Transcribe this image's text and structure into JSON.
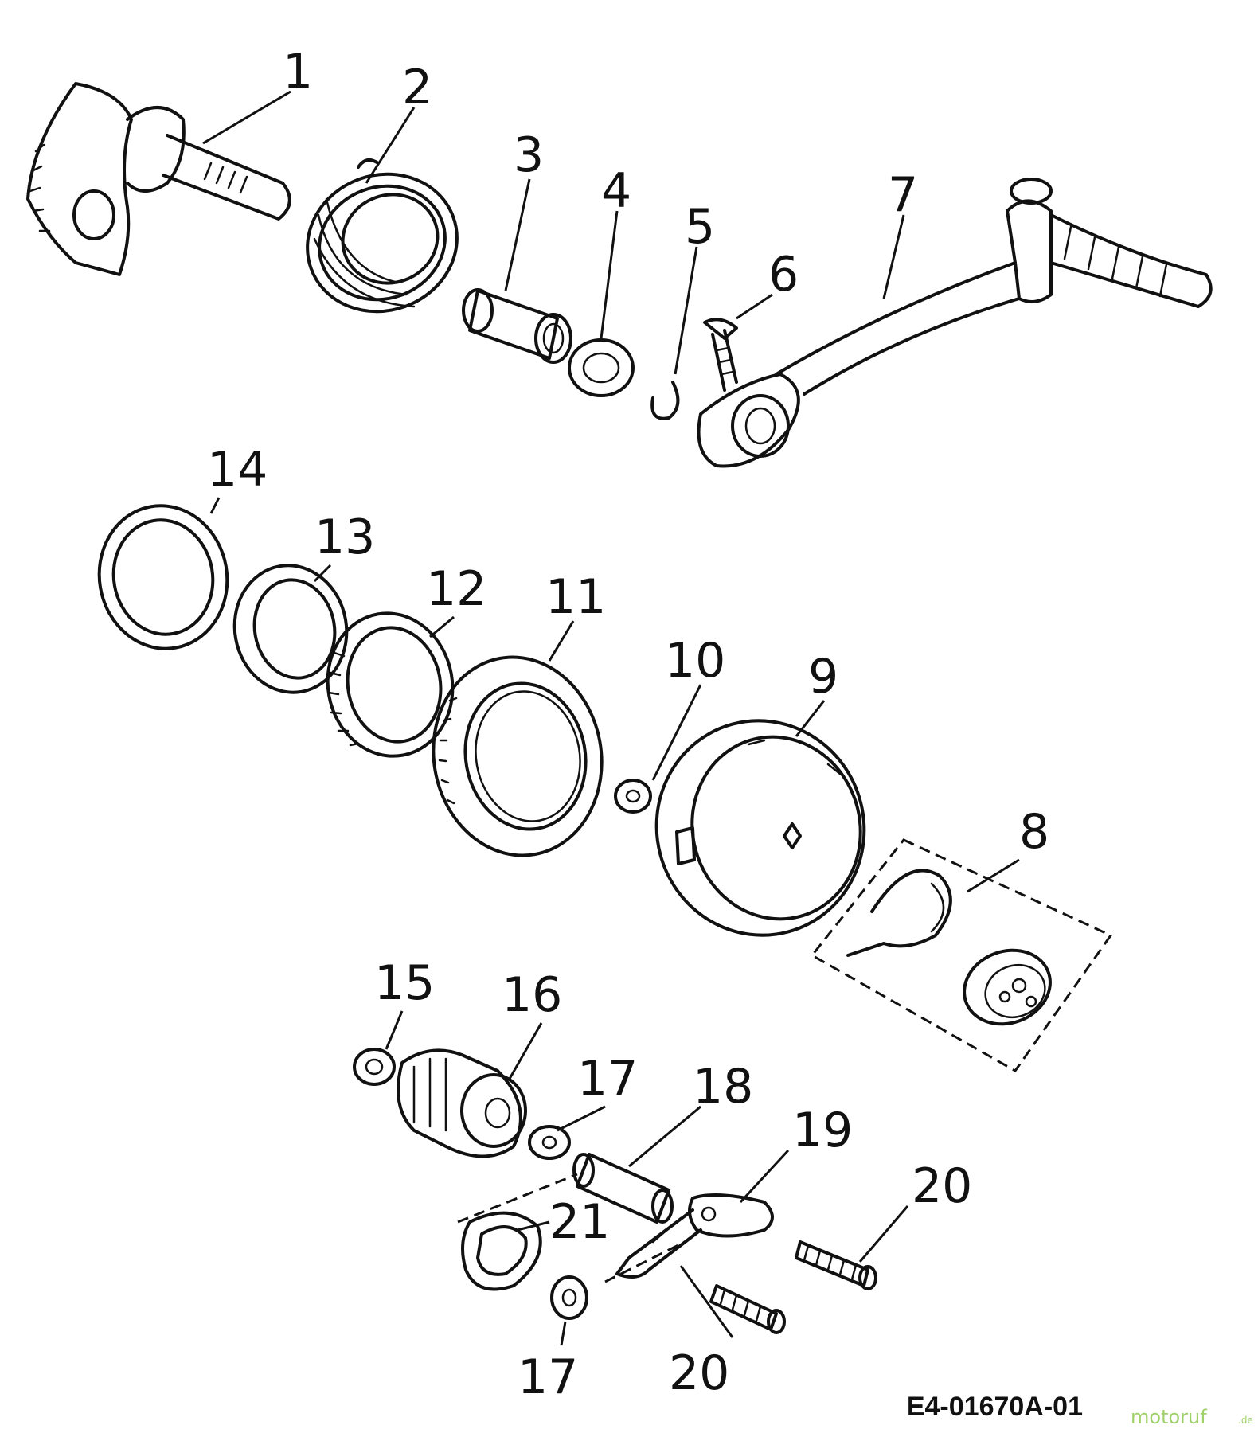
{
  "diagram": {
    "labels": [
      {
        "id": "1",
        "text": "1"
      },
      {
        "id": "2",
        "text": "2"
      },
      {
        "id": "3",
        "text": "3"
      },
      {
        "id": "4",
        "text": "4"
      },
      {
        "id": "5",
        "text": "5"
      },
      {
        "id": "6",
        "text": "6"
      },
      {
        "id": "7",
        "text": "7"
      },
      {
        "id": "8",
        "text": "8"
      },
      {
        "id": "9",
        "text": "9"
      },
      {
        "id": "10",
        "text": "10"
      },
      {
        "id": "11",
        "text": "11"
      },
      {
        "id": "12",
        "text": "12"
      },
      {
        "id": "13",
        "text": "13"
      },
      {
        "id": "14",
        "text": "14"
      },
      {
        "id": "15",
        "text": "15"
      },
      {
        "id": "16",
        "text": "16"
      },
      {
        "id": "17a",
        "text": "17"
      },
      {
        "id": "17b",
        "text": "17"
      },
      {
        "id": "18",
        "text": "18"
      },
      {
        "id": "19",
        "text": "19"
      },
      {
        "id": "20a",
        "text": "20"
      },
      {
        "id": "20b",
        "text": "20"
      },
      {
        "id": "21",
        "text": "21"
      }
    ],
    "drawing_code": "E4-01670A-01",
    "watermark": "motoruf",
    "watermark_suffix": ".de"
  }
}
